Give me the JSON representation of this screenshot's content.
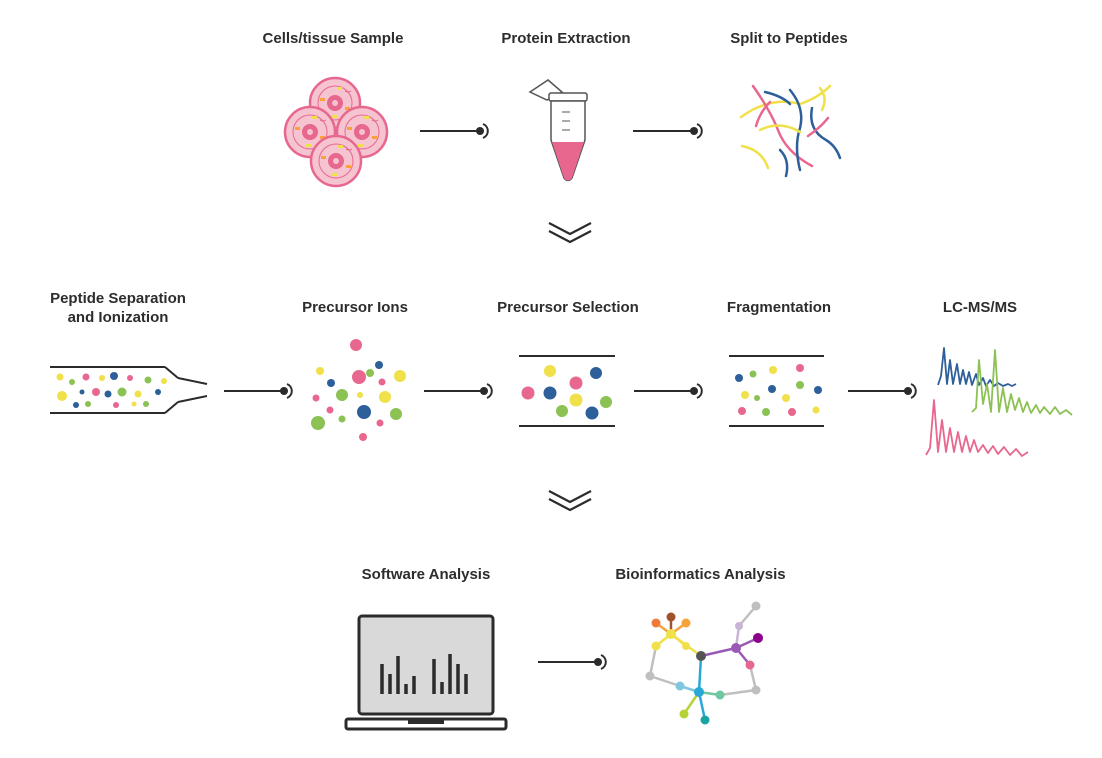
{
  "row1": {
    "cells_label": "Cells/tissue Sample",
    "extraction_label": "Protein Extraction",
    "split_label": "Split to Peptides"
  },
  "row2": {
    "separation_label_line1": "Peptide Separation",
    "separation_label_line2": "and Ionization",
    "precursor_ions_label": "Precursor Ions",
    "precursor_selection_label": "Precursor Selection",
    "fragmentation_label": "Fragmentation",
    "lcmsms_label": "LC-MS/MS"
  },
  "row3": {
    "software_label": "Software Analysis",
    "bioinformatics_label": "Bioinformatics Analysis"
  },
  "colors": {
    "pink": "#e8678f",
    "yellow": "#f0e04a",
    "green": "#8cc153",
    "blue": "#2d5f9a",
    "cell_fill": "#f5c4d0",
    "nucleus": "#e8678f",
    "line": "#2b2b2b",
    "monitor_fill": "#d9d9d9"
  }
}
